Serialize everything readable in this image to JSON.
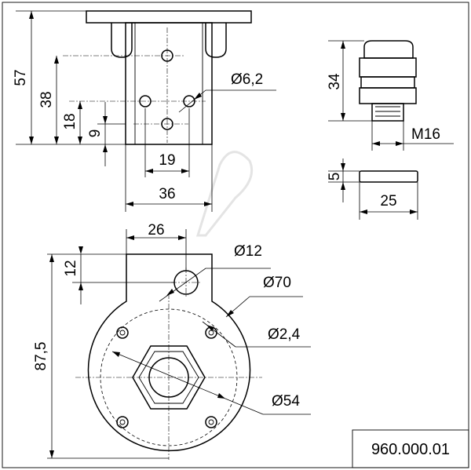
{
  "labels": {
    "dim_57": "57",
    "dim_38": "38",
    "dim_18": "18",
    "dim_9": "9",
    "dim_6_2": "Ø6,2",
    "dim_19": "19",
    "dim_36": "36",
    "dim_34": "34",
    "dim_m16": "M16",
    "dim_5": "5",
    "dim_25": "25",
    "dim_26": "26",
    "dim_12": "12",
    "dim_d12": "Ø12",
    "dim_d70": "Ø70",
    "dim_d2_4": "Ø2,4",
    "dim_87_5": "87,5",
    "dim_d54": "Ø54"
  },
  "drawing_number": "960.000.01"
}
